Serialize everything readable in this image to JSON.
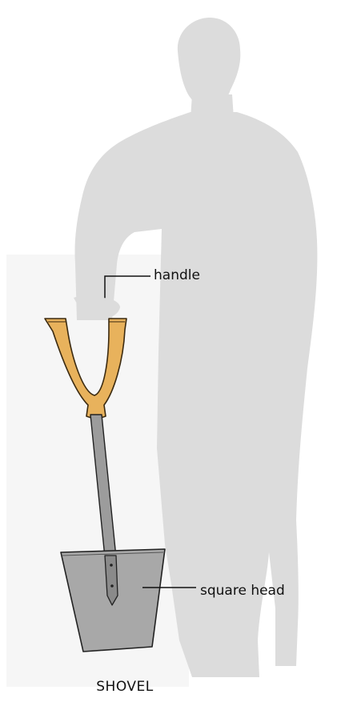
{
  "labels": {
    "handle": "handle",
    "head": "square head"
  },
  "caption": "SHOVEL",
  "colors": {
    "silhouette": "#dcdcdc",
    "backdrop": "#f5f5f5",
    "handle_wood": "#e8b25c",
    "shaft": "#9a9a9a",
    "blade": "#a6a6a6",
    "ink": "#1a1a1a"
  }
}
